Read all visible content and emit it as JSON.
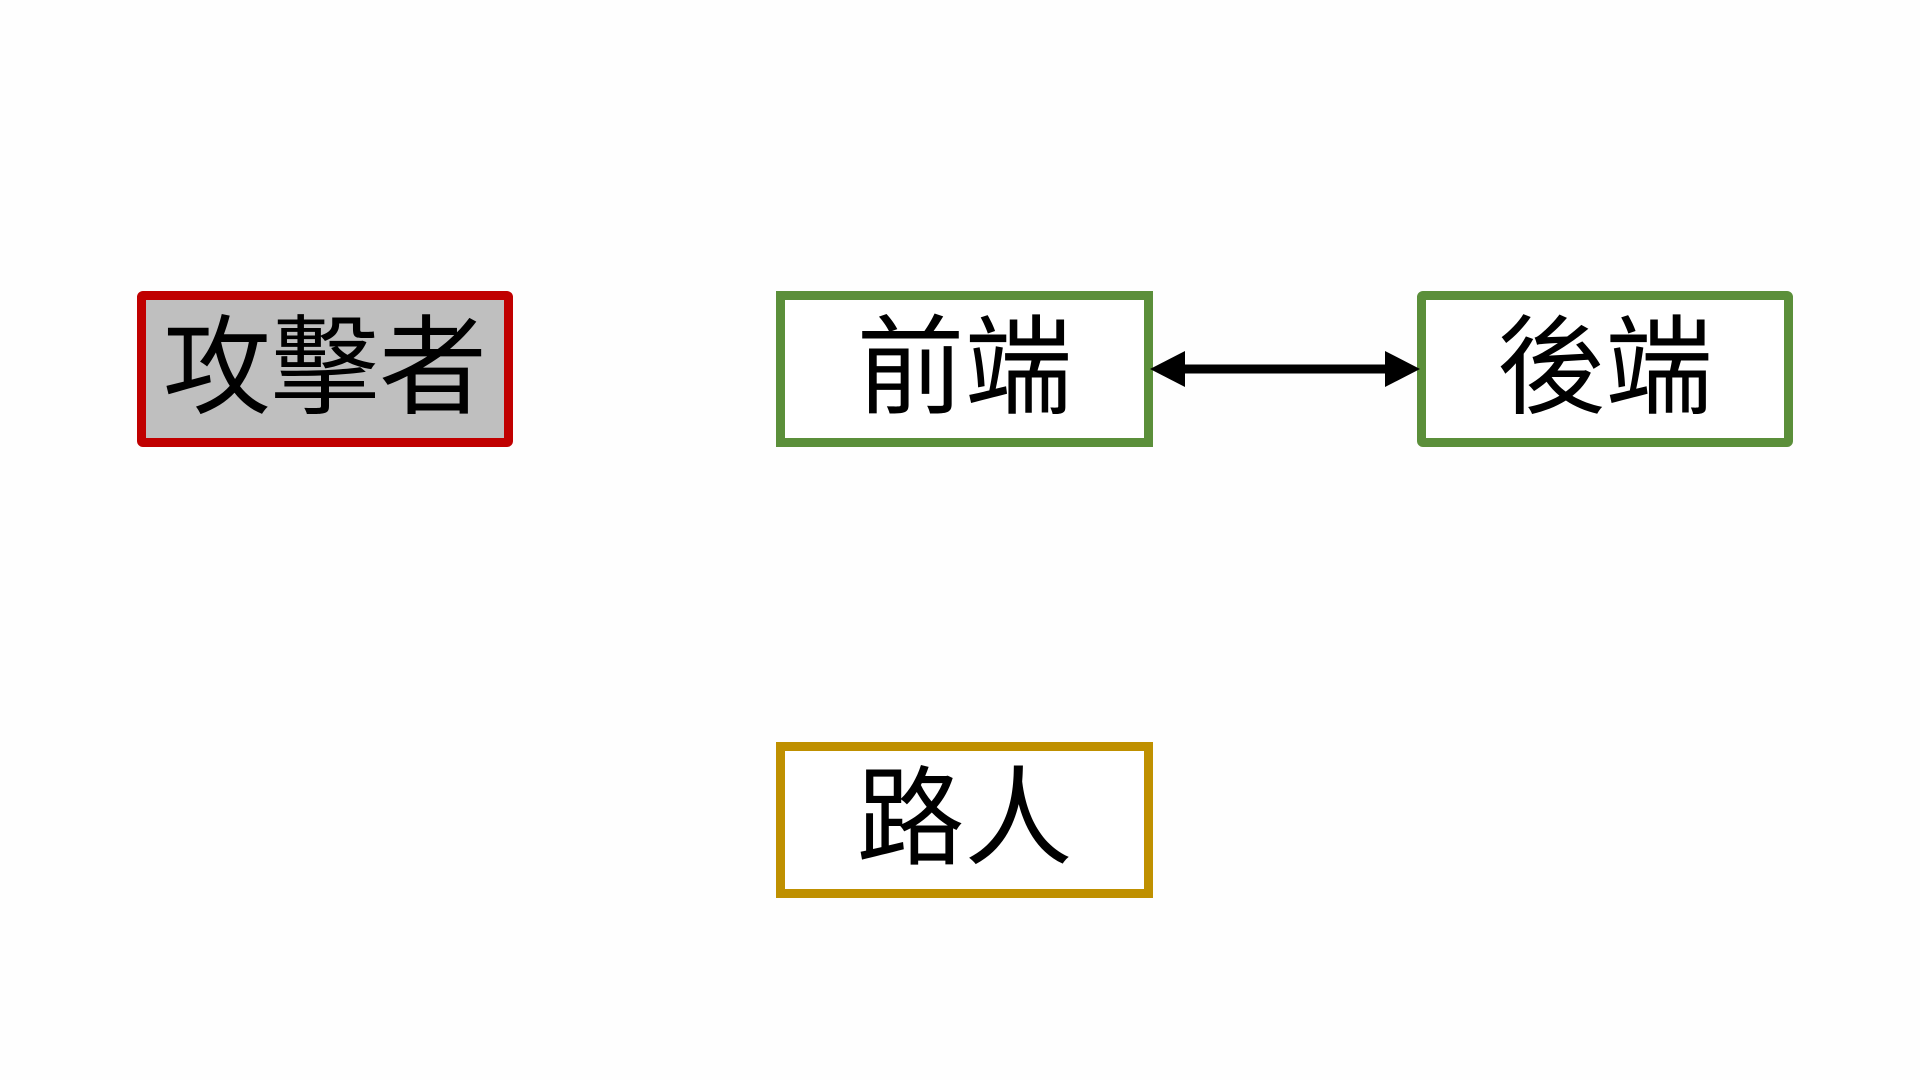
{
  "colors": {
    "background": "#fefefe",
    "attacker_border": "#c00000",
    "attacker_fill": "#bfbfbf",
    "server_border": "#5b8f3a",
    "passerby_border": "#bf9000",
    "arrow": "#000000",
    "text": "#000000"
  },
  "nodes": {
    "attacker": {
      "label": "攻擊者"
    },
    "frontend": {
      "label": "前端"
    },
    "backend": {
      "label": "後端"
    },
    "passerby": {
      "label": "路人"
    }
  },
  "edges": [
    {
      "from": "frontend",
      "to": "backend",
      "direction": "both"
    }
  ]
}
